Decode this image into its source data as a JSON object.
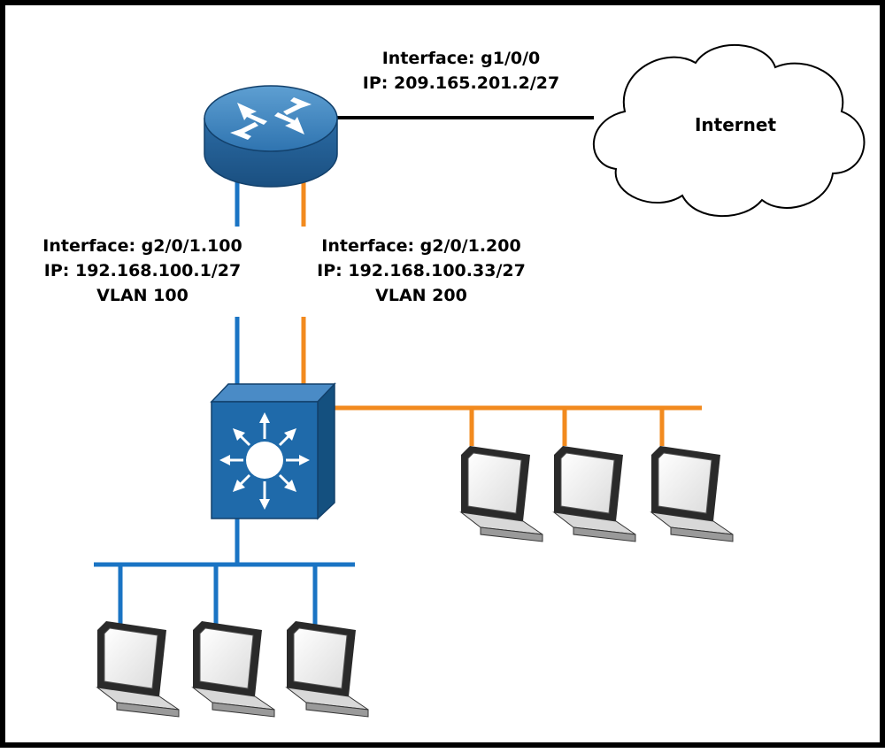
{
  "internet_link": {
    "interface": "Interface: g1/0/0",
    "ip": "IP: 209.165.201.2/27"
  },
  "cloud": {
    "label": "Internet"
  },
  "vlan100": {
    "interface": "Interface: g2/0/1.100",
    "ip": "IP: 192.168.100.1/27",
    "vlan": "VLAN 100",
    "color": "#1a74c4"
  },
  "vlan200": {
    "interface": "Interface: g2/0/1.200",
    "ip": "IP: 192.168.100.33/27",
    "vlan": "VLAN 200",
    "color": "#f28a1e"
  },
  "devices": {
    "router": "router-icon",
    "switch": "multilayer-switch-icon",
    "computer": "computer-monitor-icon",
    "cloud": "cloud-icon"
  }
}
